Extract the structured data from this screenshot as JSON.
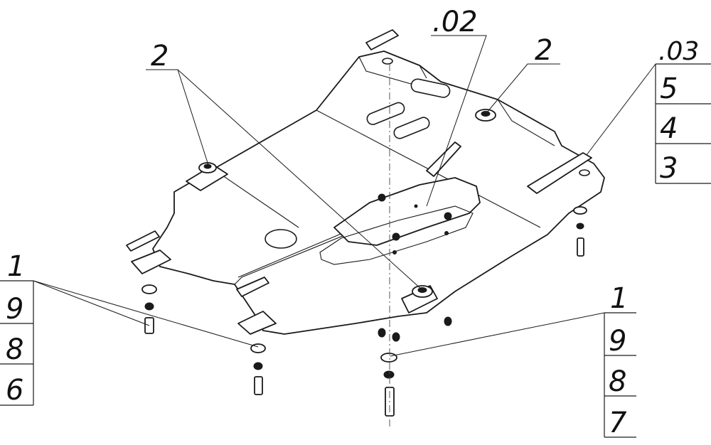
{
  "callouts": {
    "top_center": ".02",
    "top_left_part": "2",
    "top_right_part": "2",
    "right_stack": [
      ".03",
      "5",
      "4",
      "3"
    ],
    "left_stack": [
      "1",
      "9",
      "8",
      "6"
    ],
    "bottom_right_stack": [
      "1",
      "9",
      "8",
      "7"
    ]
  },
  "icons": {
    "main": "skid-plate-assembly-icon",
    "bracket": "mounting-bracket-icon",
    "bolt": "bolt-icon",
    "washer": "washer-icon",
    "nut": "nut-icon"
  }
}
